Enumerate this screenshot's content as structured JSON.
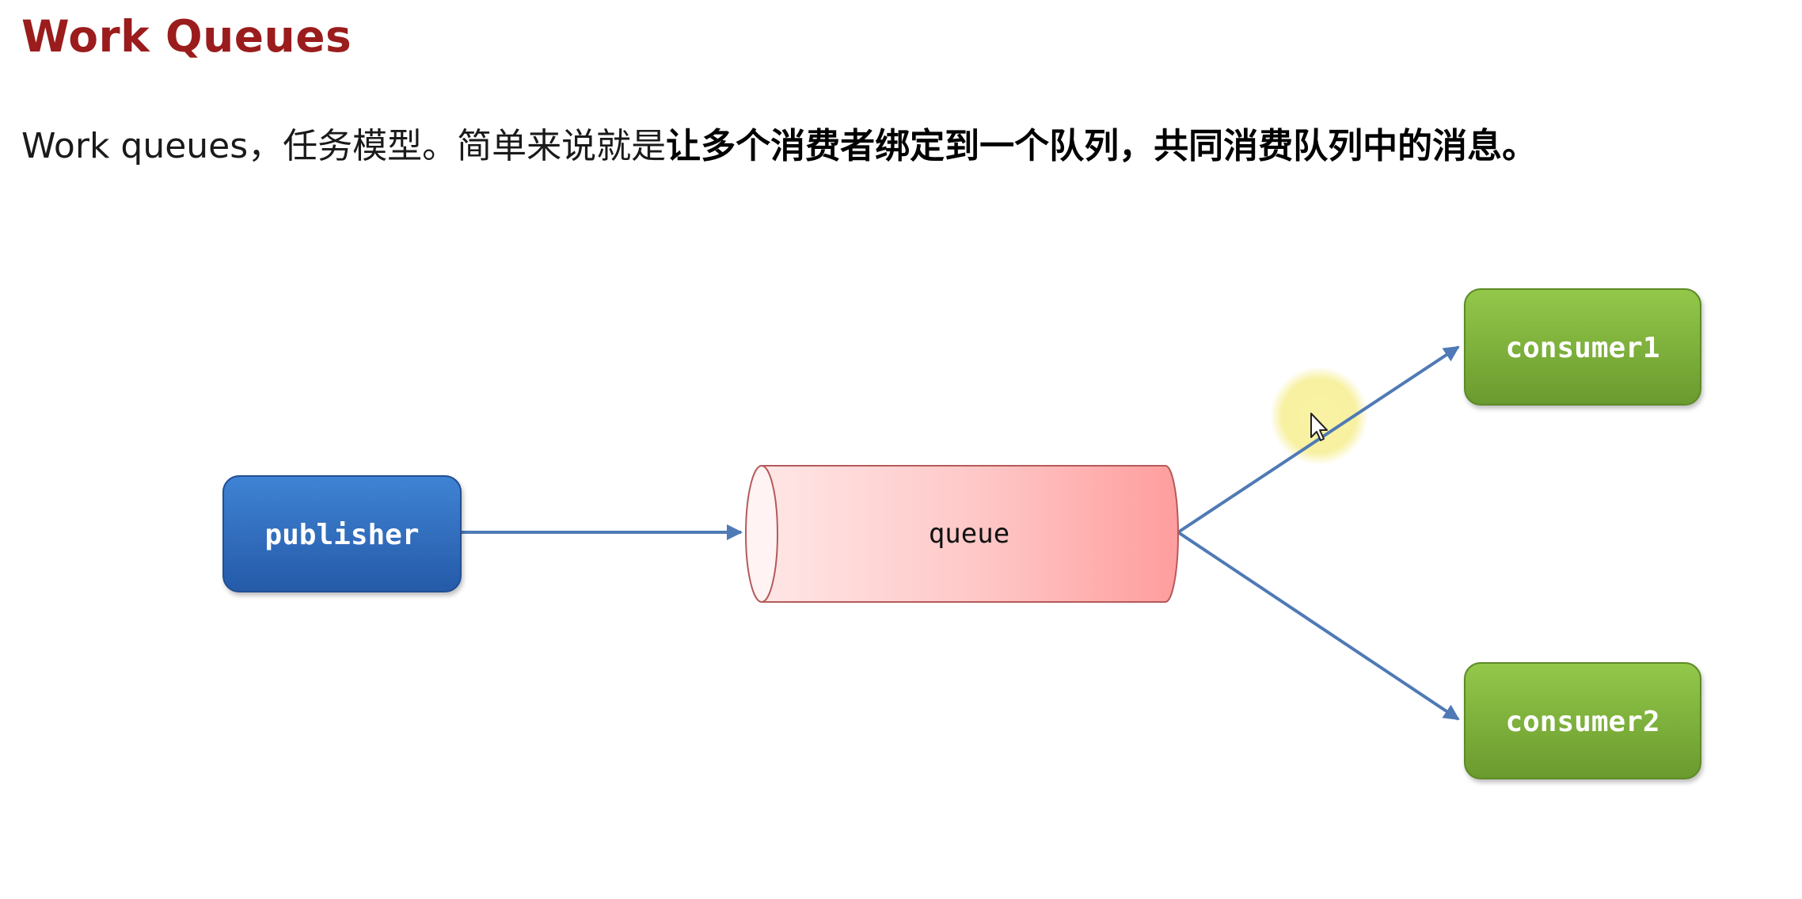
{
  "slide": {
    "title": "Work Queues",
    "title_color": "#9b1c1c",
    "description_plain": "Work queues，任务模型。简单来说就是",
    "description_bold": "让多个消费者绑定到一个队列，共同消费队列中的消息。"
  },
  "diagram": {
    "nodes": {
      "publisher": {
        "label": "publisher",
        "color": "#2f6dbf"
      },
      "queue": {
        "label": "queue",
        "color": "#ffa3a3"
      },
      "consumer1": {
        "label": "consumer1",
        "color": "#7fb03a"
      },
      "consumer2": {
        "label": "consumer2",
        "color": "#7fb03a"
      }
    },
    "edges": [
      {
        "from": "publisher",
        "to": "queue"
      },
      {
        "from": "queue",
        "to": "consumer1"
      },
      {
        "from": "queue",
        "to": "consumer2"
      }
    ],
    "edge_color": "#4f7ab5"
  },
  "cursor": {
    "icon": "pointer-cursor-icon",
    "highlight_color": "#f6ef9a"
  }
}
